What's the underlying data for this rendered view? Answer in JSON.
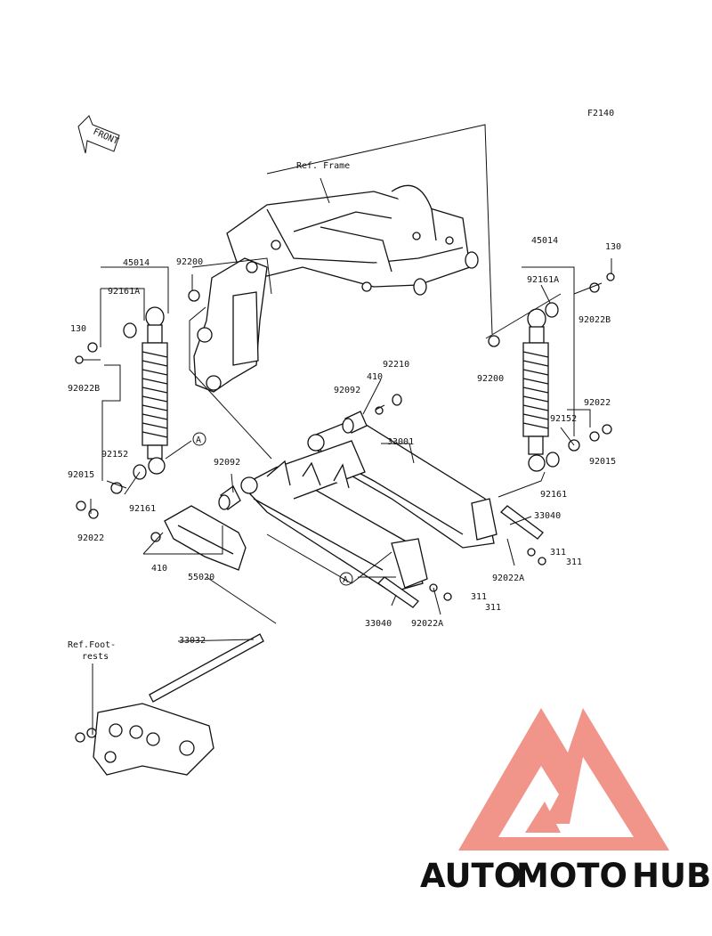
{
  "diagram": {
    "figure_id": "F2140",
    "front_label": "FRONT",
    "labels": [
      {
        "id": "ref-frame",
        "text": "Ref. Frame"
      },
      {
        "id": "45014-left",
        "text": "45014"
      },
      {
        "id": "92200-left",
        "text": "92200"
      },
      {
        "id": "92161a-left",
        "text": "92161A"
      },
      {
        "id": "130-left",
        "text": "130"
      },
      {
        "id": "92022b-left",
        "text": "92022B"
      },
      {
        "id": "a-ref-1",
        "text": "A"
      },
      {
        "id": "92152-left",
        "text": "92152"
      },
      {
        "id": "92015-left",
        "text": "92015"
      },
      {
        "id": "92161-left",
        "text": "92161"
      },
      {
        "id": "92022-left",
        "text": "92022"
      },
      {
        "id": "92092-mid",
        "text": "92092"
      },
      {
        "id": "410-mid",
        "text": "410"
      },
      {
        "id": "92210",
        "text": "92210"
      },
      {
        "id": "92092-low",
        "text": "92092"
      },
      {
        "id": "33001",
        "text": "33001"
      },
      {
        "id": "410-low",
        "text": "410"
      },
      {
        "id": "55020",
        "text": "55020"
      },
      {
        "id": "a-ref-2",
        "text": "A"
      },
      {
        "id": "33040-low",
        "text": "33040"
      },
      {
        "id": "92022a-low",
        "text": "92022A"
      },
      {
        "id": "311-a",
        "text": "311"
      },
      {
        "id": "311-b",
        "text": "311"
      },
      {
        "id": "45014-right",
        "text": "45014"
      },
      {
        "id": "130-right",
        "text": "130"
      },
      {
        "id": "92161a-right",
        "text": "92161A"
      },
      {
        "id": "92022b-right",
        "text": "92022B"
      },
      {
        "id": "92200-right",
        "text": "92200"
      },
      {
        "id": "92022-right",
        "text": "92022"
      },
      {
        "id": "92152-right",
        "text": "92152"
      },
      {
        "id": "92015-right",
        "text": "92015"
      },
      {
        "id": "92161-right",
        "text": "92161"
      },
      {
        "id": "33040-right",
        "text": "33040"
      },
      {
        "id": "92022a-right",
        "text": "92022A"
      },
      {
        "id": "311-c",
        "text": "311"
      },
      {
        "id": "311-d",
        "text": "311"
      },
      {
        "id": "33032",
        "text": "33032"
      },
      {
        "id": "ref-foot-1",
        "text": "Ref.Foot-"
      },
      {
        "id": "ref-foot-2",
        "text": "rests"
      }
    ]
  },
  "watermark": {
    "part1": "AUTO",
    "part2": "MOTO",
    "part3": "HUB",
    "color_light": "#f4c27a",
    "color_mid": "#f08a7f",
    "color_dark": "#8a8a8a"
  }
}
